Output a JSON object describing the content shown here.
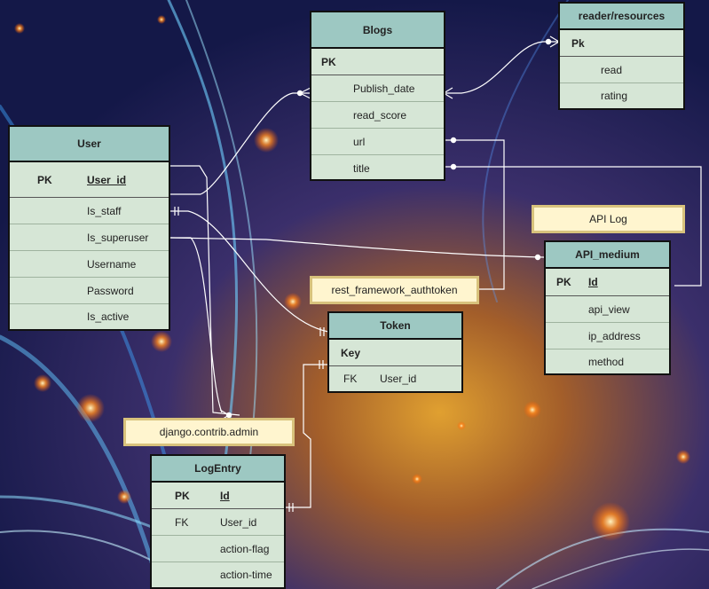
{
  "entities": {
    "blogs": {
      "title": "Blogs",
      "pk_label": "PK",
      "fields": [
        "Publish_date",
        "read_score",
        "url",
        "title"
      ]
    },
    "reader_resources": {
      "title": "reader/resources",
      "pk_label": "Pk",
      "fields": [
        "read",
        "rating"
      ]
    },
    "user": {
      "title": "User",
      "pk_label": "PK",
      "pk_field": "User_id",
      "fields": [
        "Is_staff",
        "Is_superuser",
        "Username",
        "Password",
        "Is_active"
      ]
    },
    "api_medium": {
      "title": "API_medium",
      "pk_label": "PK",
      "pk_field": "Id",
      "fields": [
        "api_view",
        "ip_address",
        "method"
      ]
    },
    "token": {
      "title": "Token",
      "pk_field": "Key",
      "fk_label": "FK",
      "fk_field": "User_id"
    },
    "logentry": {
      "title": "LogEntry",
      "pk_label": "PK",
      "pk_field": "Id",
      "fk_label": "FK",
      "fk_field": "User_id",
      "fields": [
        "action-flag",
        "action-time"
      ]
    }
  },
  "notes": {
    "api_log": "API Log",
    "authtoken": "rest_framework_authtoken",
    "admin": "django.contrib.admin"
  },
  "colors": {
    "header_fill": "#9dc8c2",
    "body_fill": "#d6e6d6",
    "note_fill": "#fff5cf",
    "note_border": "#d8c27c",
    "connector": "#ffffff"
  }
}
